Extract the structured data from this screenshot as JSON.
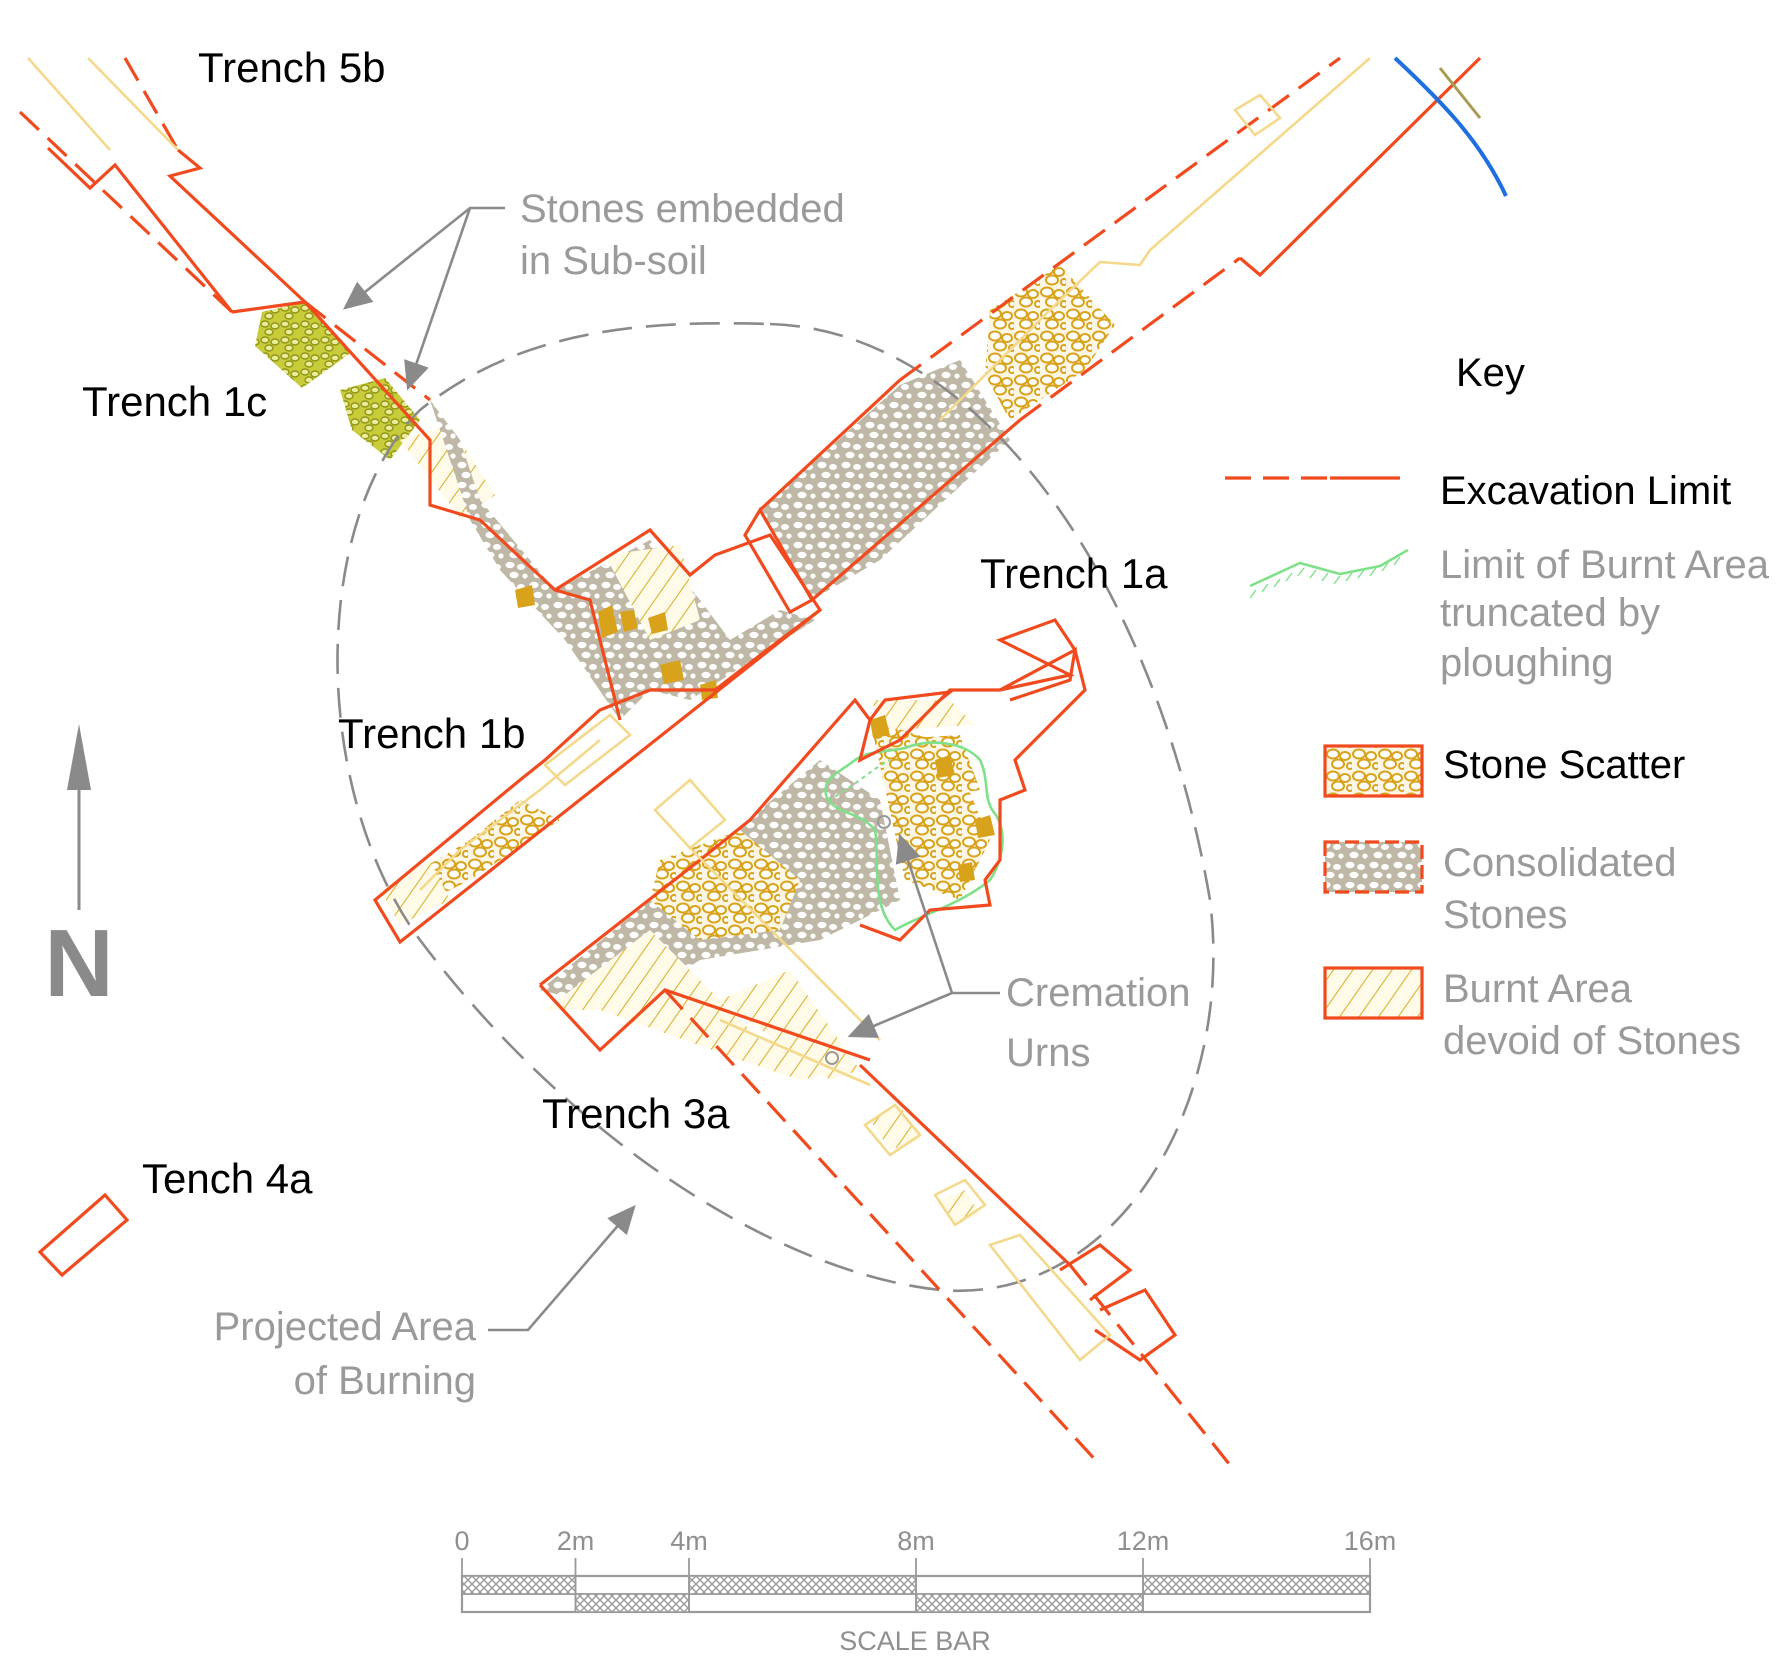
{
  "trench_labels": {
    "t5b": "Trench 5b",
    "t1c": "Trench 1c",
    "t1a": "Trench 1a",
    "t1b": "Trench 1b",
    "t3a": "Trench 3a",
    "t4a": "Tench 4a"
  },
  "annotations": {
    "stones_line1": "Stones embedded",
    "stones_line2": "in Sub-soil",
    "cremation_line1": "Cremation",
    "cremation_line2": "Urns",
    "projected_line1": "Projected Area",
    "projected_line2": "of Burning"
  },
  "north_label": "N",
  "key": {
    "title": "Key",
    "excavation_limit": "Excavation Limit",
    "burnt_limit_line1": "Limit of Burnt Area",
    "burnt_limit_line2": "truncated by",
    "burnt_limit_line3": "ploughing",
    "stone_scatter": "Stone Scatter",
    "consolidated_line1": "Consolidated",
    "consolidated_line2": "Stones",
    "burnt_devoid_line1": "Burnt Area",
    "burnt_devoid_line2": "devoid of Stones"
  },
  "scale_bar": {
    "title": "SCALE BAR",
    "ticks": [
      "0",
      "2m",
      "4m",
      "8m",
      "12m",
      "16m"
    ],
    "tick_values": [
      0,
      2,
      4,
      8,
      12,
      16
    ],
    "max_value": 16
  },
  "colors": {
    "excavation_limit": "#f04a1e",
    "stone_scatter": "#d9a21b",
    "consolidated_stones": "#bfb8a6",
    "burnt_area_hatch": "#d9b233",
    "burnt_limit": "#7fe08a",
    "subsoil_stones": "#b9bf2a",
    "watercourse": "#1f6fe0",
    "projected_area": "#8a8a8a"
  }
}
